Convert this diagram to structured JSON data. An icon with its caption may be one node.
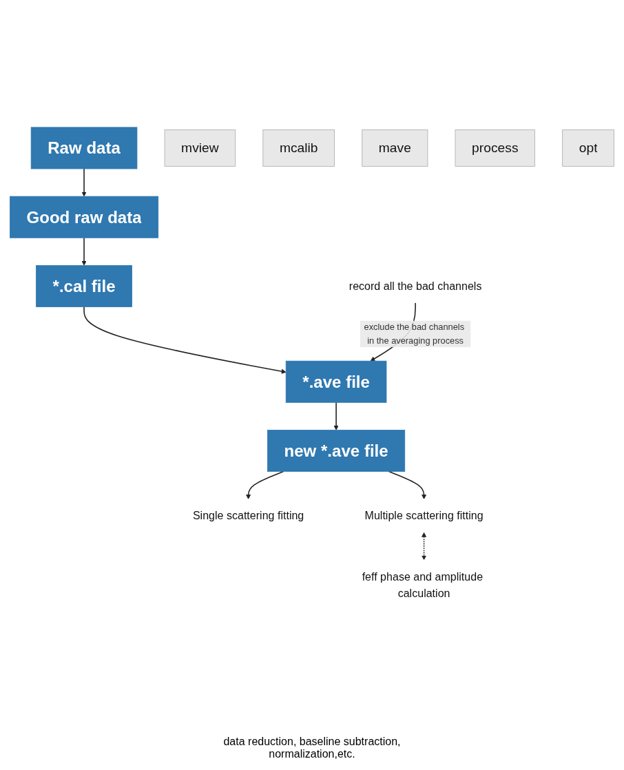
{
  "diagram": {
    "nodes": [
      {
        "text": [
          "Raw data"
        ]
      },
      {
        "text": [
          "mview"
        ]
      },
      {
        "text": [
          "record all the bad channels"
        ]
      },
      {
        "text": [
          "Good raw data"
        ]
      },
      {
        "text": [
          "mcalib"
        ]
      },
      {
        "text": [
          "*.cal file"
        ]
      },
      {
        "text": [
          "mave"
        ]
      },
      {
        "text": [
          "*.ave file"
        ]
      },
      {
        "text": [
          "process"
        ]
      },
      {
        "text": [
          "new *.ave file"
        ]
      },
      {
        "text": [
          "opt"
        ]
      },
      {
        "text": [
          "feff phase and amplitude calculation"
        ]
      },
      {
        "text": [
          "Single scattering fitting"
        ]
      },
      {
        "text": [
          "Multiple scattering fitting"
        ]
      }
    ],
    "edges": [
      {
        "from": 0,
        "to": 3,
        "arrow": "to"
      },
      {
        "from": 3,
        "to": 5,
        "arrow": "to"
      },
      {
        "from": 5,
        "to": 7,
        "arrow": "to"
      },
      {
        "from": 7,
        "to": 9,
        "arrow": "to"
      },
      {
        "from": 9,
        "to": 12,
        "arrow": "to"
      },
      {
        "from": 9,
        "to": 13,
        "arrow": "to"
      },
      {
        "from": 2,
        "to": 7,
        "arrow": "to",
        "label": "exclude the bad channels in the averaging process"
      },
      {
        "from": 13,
        "to": 11,
        "arrow": "both",
        "style": "dashed"
      }
    ],
    "labels": [
      "data reduction, baseline subtraction, normalization,etc."
    ]
  }
}
